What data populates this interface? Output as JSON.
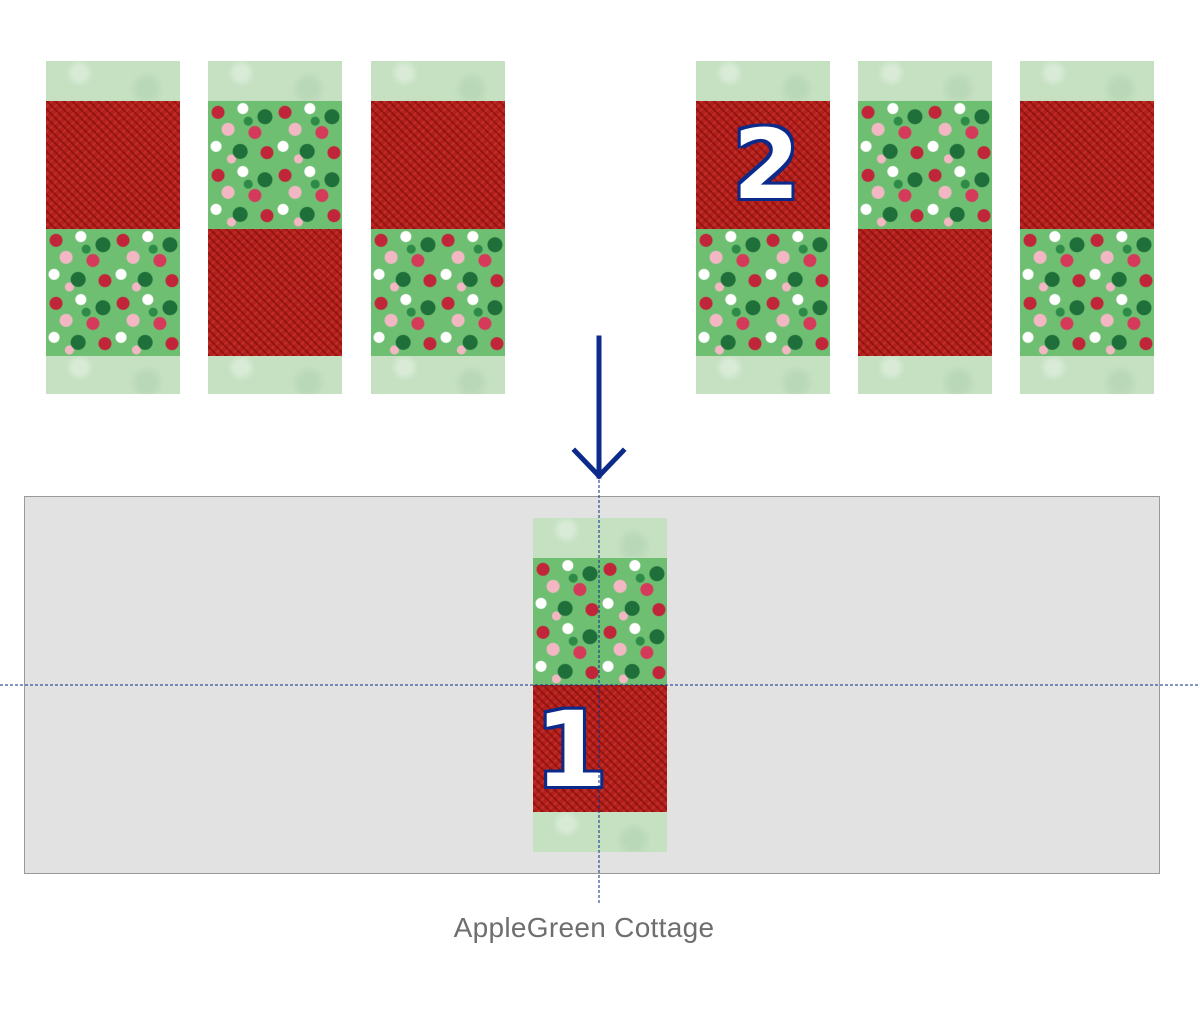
{
  "diagram": {
    "step_numbers": {
      "top_strip": "2",
      "bottom_strip": "1"
    },
    "watermark": "AppleGreen Cottage",
    "colors": {
      "strip_end": "#c5e1c2",
      "houndstooth_red": "#b3201c",
      "ornament_green": "#6fbf73",
      "runner_gray": "#e2e2e2",
      "guide_blue": "#0b2a8a"
    },
    "icons": {
      "arrow": "arrow-down-icon"
    }
  }
}
